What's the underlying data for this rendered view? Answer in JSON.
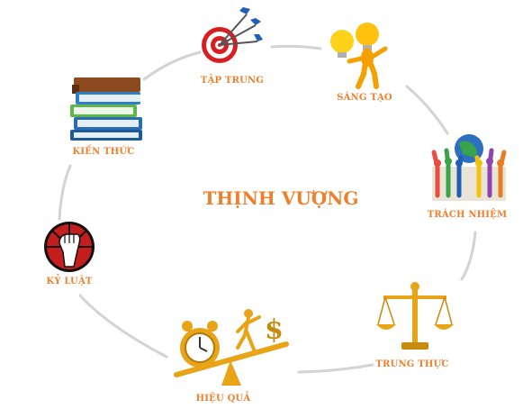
{
  "center": {
    "title": "THỊNH VƯỢNG"
  },
  "nodes": {
    "tap_trung": {
      "label": "TẬP TRUNG"
    },
    "sang_tao": {
      "label": "SÁNG TẠO"
    },
    "trach_nhiem": {
      "label": "TRÁCH NHIỆM"
    },
    "trung_thuc": {
      "label": "TRUNG THỰC"
    },
    "hieu_qua": {
      "label": "HIỆU QUẢ"
    },
    "ky_luat": {
      "label": "KỶ LUẬT"
    },
    "kien_thuc": {
      "label": "KIẾN THỨC"
    }
  },
  "colors": {
    "accent": "#f07f2c",
    "ring": "#d3d3d3",
    "gold": "#e8a317"
  },
  "icons": {
    "tap_trung": "target-icon",
    "sang_tao": "lightbulb-figure-icon",
    "trach_nhiem": "people-globe-icon",
    "trung_thuc": "balance-scale-icon",
    "hieu_qua": "clock-seesaw-icon",
    "ky_luat": "fist-badge-icon",
    "kien_thuc": "books-icon"
  }
}
